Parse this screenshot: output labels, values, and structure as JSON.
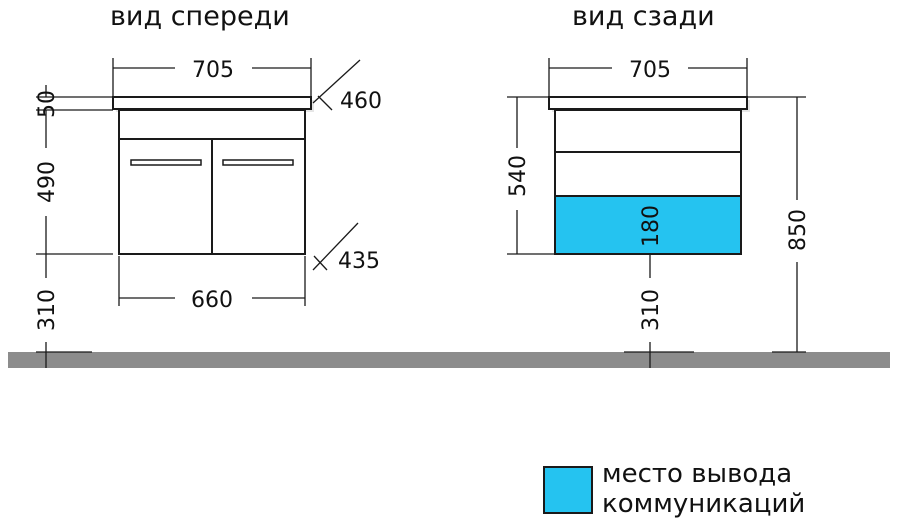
{
  "views": {
    "front": {
      "title": "вид спереди"
    },
    "back": {
      "title": "вид сзади"
    }
  },
  "dimensions": {
    "front": {
      "top_width": "705",
      "top_depth": "460",
      "top_height": "50",
      "body_height": "490",
      "body_depth": "435",
      "floor_clearance": "310",
      "body_width": "660"
    },
    "back": {
      "top_width": "705",
      "body_height": "540",
      "zone_height": "180",
      "floor_clearance": "310",
      "total_height": "850"
    }
  },
  "legend": {
    "line1": "место вывода",
    "line2": "коммуникаций",
    "color": "#25c3f0"
  },
  "colors": {
    "floor": "#8c8c8c",
    "outline": "#1a1a1a",
    "zone": "#25c3f0"
  }
}
